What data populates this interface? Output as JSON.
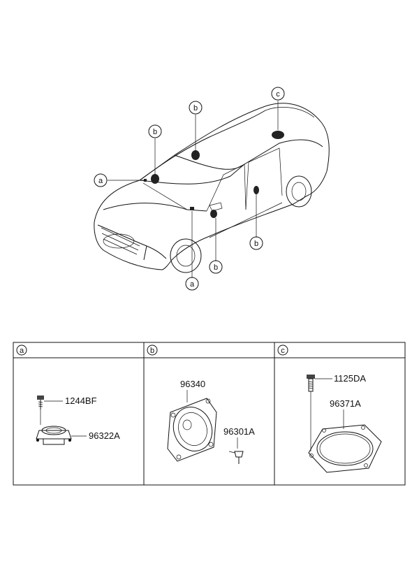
{
  "callouts": {
    "a": "a",
    "b": "b",
    "c": "c"
  },
  "table": {
    "columns": [
      {
        "id": "a",
        "tag": "a",
        "parts": [
          "1244BF",
          "96322A"
        ]
      },
      {
        "id": "b",
        "tag": "b",
        "parts": [
          "96340",
          "96301A"
        ]
      },
      {
        "id": "c",
        "tag": "c",
        "parts": [
          "1125DA",
          "96371A"
        ]
      }
    ]
  },
  "icons": [
    "car-overview-illustration",
    "tweeter-speaker-icon",
    "screw-icon",
    "door-speaker-icon",
    "speaker-ring-bracket-icon",
    "bolt-icon"
  ]
}
